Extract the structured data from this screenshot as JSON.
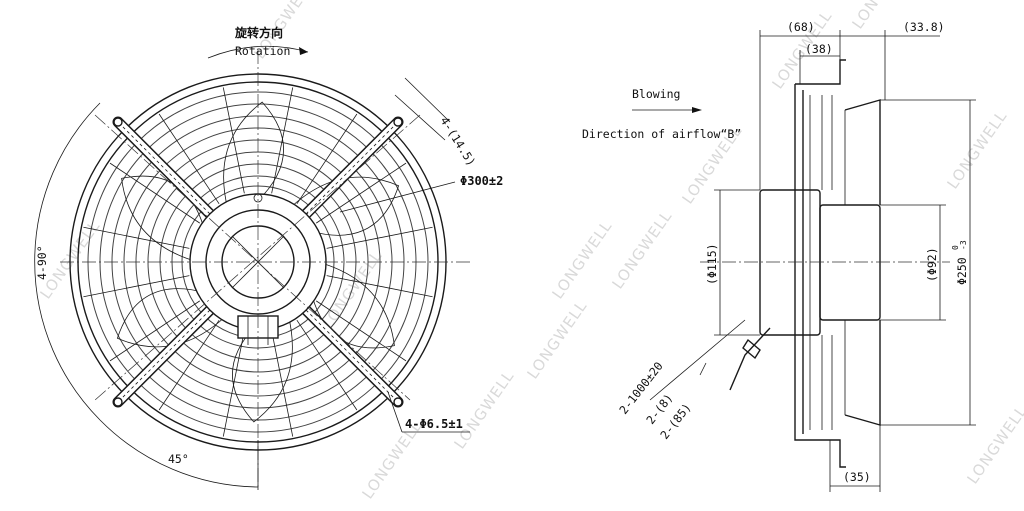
{
  "watermark": "LONGWELL",
  "front_view": {
    "rotation_cn": "旋转方向",
    "rotation_en": "Rotation",
    "dim_slot": "4-(14.5)",
    "dim_diameter": "Φ300±2",
    "dim_angle_4x90": "4-90°",
    "dim_angle_45": "45°",
    "dim_holes": "4-Φ6.5±1"
  },
  "side_view": {
    "blowing": "Blowing",
    "airflow": "Direction of airflow“B”",
    "dim_68": "(68)",
    "dim_38": "(38)",
    "dim_33_8": "(33.8)",
    "dim_115": "(Φ115)",
    "dim_92": "(Φ92)",
    "dim_250": "Φ250",
    "dim_250_tol_up": "0",
    "dim_250_tol_dn": "-3",
    "dim_35": "(35)",
    "dim_cable": "2-1000±20",
    "dim_8": "2-(8)",
    "dim_85": "2-(85)"
  }
}
